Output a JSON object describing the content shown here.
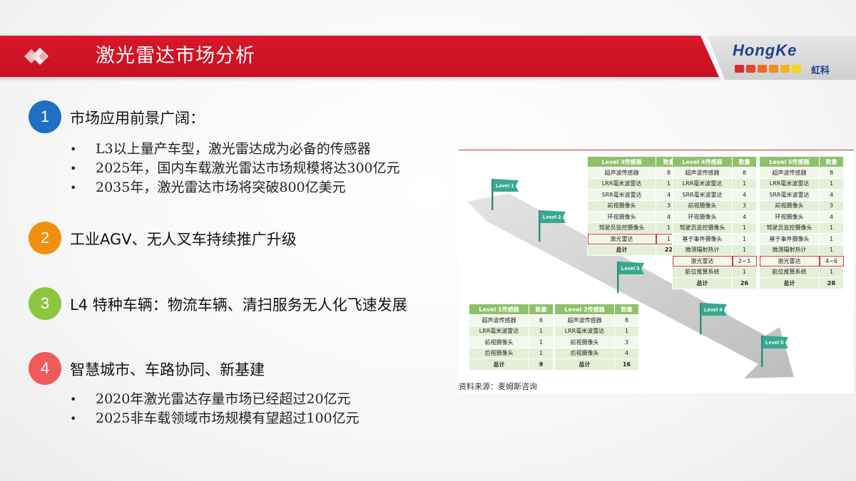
{
  "header": {
    "title": "激光雷达市场分析",
    "logo_text": "HongKe",
    "logo_cn": "虹科",
    "logo_dot_colors": [
      "#d92b2b",
      "#e8452c",
      "#ef6a25",
      "#f28c1e",
      "#f6b31a",
      "#f9d418"
    ],
    "accent_color": "#c8101f"
  },
  "points": [
    {
      "number": "1",
      "color": "#1f6fc5",
      "title": "市场应用前景广阔：",
      "bullets": [
        "L3以上量产车型，激光雷达成为必备的传感器",
        "2025年，国内车载激光雷达市场规模将达300亿元",
        "2035年，激光雷达市场将突破800亿美元"
      ]
    },
    {
      "number": "2",
      "color": "#f0900f",
      "title": "工业AGV、无人叉车持续推广升级",
      "bullets": []
    },
    {
      "number": "3",
      "color": "#8cc63f",
      "title": "L4 特种车辆：物流车辆、清扫服务无人化飞速发展",
      "bullets": []
    },
    {
      "number": "4",
      "color": "#f05a5a",
      "title": "智慧城市、车路协同、新基建",
      "bullets": [
        "2020年激光雷达存量市场已经超过20亿元",
        "2025非车载领域市场规模有望超过100亿元"
      ]
    }
  ],
  "figure": {
    "source": "资料来源：麦姆斯咨询",
    "flags": [
      "Level 1",
      "Level 2",
      "Level 3",
      "Level 4",
      "Level 5"
    ],
    "tables": {
      "l1": {
        "headers": [
          "Level 1传感器",
          "数量"
        ],
        "rows": [
          [
            "超声波传感器",
            "6"
          ],
          [
            "LRR毫米波雷达",
            "1"
          ],
          [
            "前视摄像头",
            "1"
          ],
          [
            "后视摄像头",
            "1"
          ],
          [
            "总计",
            "9"
          ]
        ]
      },
      "l2": {
        "headers": [
          "Level 2传感器",
          "数量"
        ],
        "rows": [
          [
            "超声波传感器",
            "8"
          ],
          [
            "LRR毫米波雷达",
            "1"
          ],
          [
            "前视摄像头",
            "3"
          ],
          [
            "后视摄像头",
            "4"
          ],
          [
            "总计",
            "16"
          ]
        ]
      },
      "l3": {
        "headers": [
          "Level 3传感器",
          "数量"
        ],
        "rows": [
          [
            "超声波传感器",
            "8"
          ],
          [
            "LRR毫米波雷达",
            "1"
          ],
          [
            "SRR毫米波雷达",
            "4"
          ],
          [
            "前视摄像头",
            "3"
          ],
          [
            "环视摄像头",
            "4"
          ],
          [
            "驾驶员监控摄像头",
            "1"
          ],
          [
            "激光雷达",
            "1"
          ],
          [
            "总计",
            "22"
          ]
        ]
      },
      "l4": {
        "headers": [
          "Level 4传感器",
          "数量"
        ],
        "rows": [
          [
            "超声波传感器",
            "8"
          ],
          [
            "LRR毫米波雷达",
            "1"
          ],
          [
            "SRR毫米波雷达",
            "4"
          ],
          [
            "前视摄像头",
            "3"
          ],
          [
            "环视摄像头",
            "4"
          ],
          [
            "驾驶员监控摄像头",
            "1"
          ],
          [
            "基于事件摄像头",
            "1"
          ],
          [
            "微测辐射热计",
            "1"
          ],
          [
            "激光雷达",
            "2~3"
          ],
          [
            "航位推算系统",
            "1"
          ],
          [
            "总计",
            "26"
          ]
        ]
      },
      "l5": {
        "headers": [
          "Level 5传感器",
          "数量"
        ],
        "rows": [
          [
            "超声波传感器",
            "8"
          ],
          [
            "LRR毫米波雷达",
            "1"
          ],
          [
            "SRR毫米波雷达",
            "4"
          ],
          [
            "前视摄像头",
            "3"
          ],
          [
            "环视摄像头",
            "4"
          ],
          [
            "驾驶员监控摄像头",
            "1"
          ],
          [
            "基于事件摄像头",
            "1"
          ],
          [
            "微测辐射热计",
            "1"
          ],
          [
            "激光雷达",
            "4~6"
          ],
          [
            "航位推算系统",
            "1"
          ],
          [
            "总计",
            "28"
          ]
        ]
      }
    }
  }
}
